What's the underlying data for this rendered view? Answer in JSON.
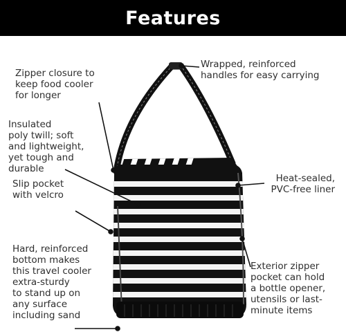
{
  "header": {
    "title": "Features"
  },
  "callouts": {
    "zipper": "Zipper closure to\nkeep food cooler\nfor longer",
    "insulated": "Insulated\npoly twill; soft\nand lightweight,\nyet tough and\ndurable",
    "slip": "Slip pocket\nwith velcro",
    "bottom": "Hard, reinforced\nbottom makes\nthis travel cooler\nextra-sturdy\nto stand up on\nany surface\nincluding sand",
    "handles": "Wrapped, reinforced\nhandles for easy carrying",
    "liner": "Heat-sealed,\nPVC-free liner",
    "exterior": "Exterior zipper\npocket can hold\na bottle opener,\nutensils or last-\nminute items"
  },
  "colors": {
    "header_bg": "#000000",
    "stripe_dark": "#111111",
    "stripe_light": "#ffffff",
    "text": "#2e2e2e"
  }
}
